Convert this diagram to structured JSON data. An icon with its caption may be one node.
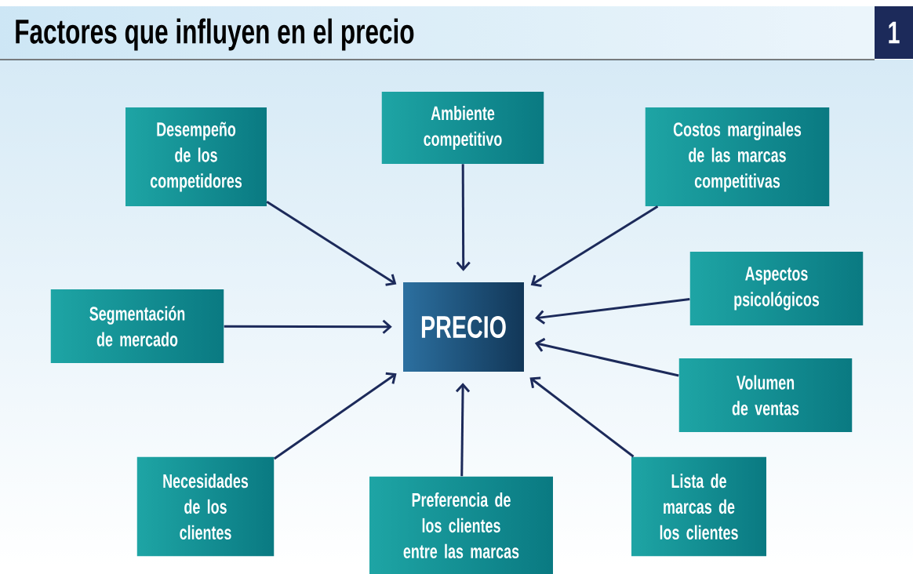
{
  "diagram": {
    "title": "Factores que influyen en el precio",
    "nodes": [
      {
        "text": [
          "Desempeño de los competidores"
        ]
      },
      {
        "text": [
          "Ambiente competitivo"
        ]
      },
      {
        "text": [
          "Costos marginales de las marcas competitivas"
        ]
      },
      {
        "text": [
          "Aspectos psicológicos"
        ]
      },
      {
        "text": [
          "Segmentación de mercado"
        ]
      },
      {
        "text": [
          "PRECIO"
        ]
      },
      {
        "text": [
          "Volumen de ventas"
        ]
      },
      {
        "text": [
          "Necesidades de los clientes"
        ]
      },
      {
        "text": [
          "Preferencia de los clientes entre las marcas"
        ]
      },
      {
        "text": [
          "Lista de marcas de los clientes"
        ]
      }
    ],
    "edges": [
      {
        "from": 0,
        "to": 5,
        "arrow": "to"
      },
      {
        "from": 1,
        "to": 5,
        "arrow": "to"
      },
      {
        "from": 2,
        "to": 5,
        "arrow": "to"
      },
      {
        "from": 3,
        "to": 5,
        "arrow": "to"
      },
      {
        "from": 4,
        "to": 5,
        "arrow": "to"
      },
      {
        "from": 6,
        "to": 5,
        "arrow": "to"
      },
      {
        "from": 7,
        "to": 5,
        "arrow": "to"
      },
      {
        "from": 8,
        "to": 5,
        "arrow": "to"
      },
      {
        "from": 9,
        "to": 5,
        "arrow": "to"
      }
    ],
    "labels": [
      "1"
    ]
  }
}
